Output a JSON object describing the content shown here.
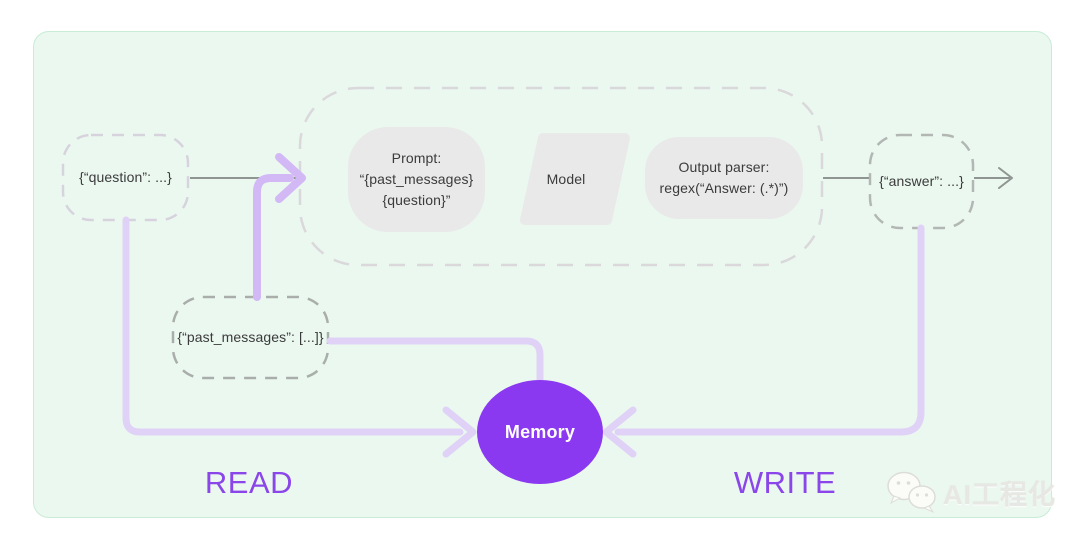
{
  "diagram": {
    "nodes": {
      "question": {
        "label": "{“question”: ...}"
      },
      "past_messages": {
        "label": "{“past_messages”: [...]}"
      },
      "answer": {
        "label": "{“answer”: ...}"
      },
      "prompt": {
        "label": "Prompt:\n“{past_messages}\n{question}”"
      },
      "model": {
        "label": "Model"
      },
      "output_parser": {
        "label": "Output parser:\nregex(“Answer: (.*)”)"
      },
      "memory": {
        "label": "Memory"
      }
    },
    "flow_labels": {
      "read": "READ",
      "write": "WRITE"
    },
    "colors": {
      "panel_bg": "#ebf8f0",
      "panel_border": "#c8ecd6",
      "memory_fill": "#8a39f1",
      "read_write_text": "#8b46ea",
      "flow_light_purple": "#e0d2f7",
      "flow_mid_purple": "#d3b8f6",
      "connector_gray": "#8f9590",
      "node_fill": "#e9e9e9",
      "dashed_border_light": "#d6d3dd",
      "dashed_border_gray": "#aaaeab"
    },
    "watermark": {
      "icon": "wechat-icon",
      "text": "AI工程化"
    }
  }
}
